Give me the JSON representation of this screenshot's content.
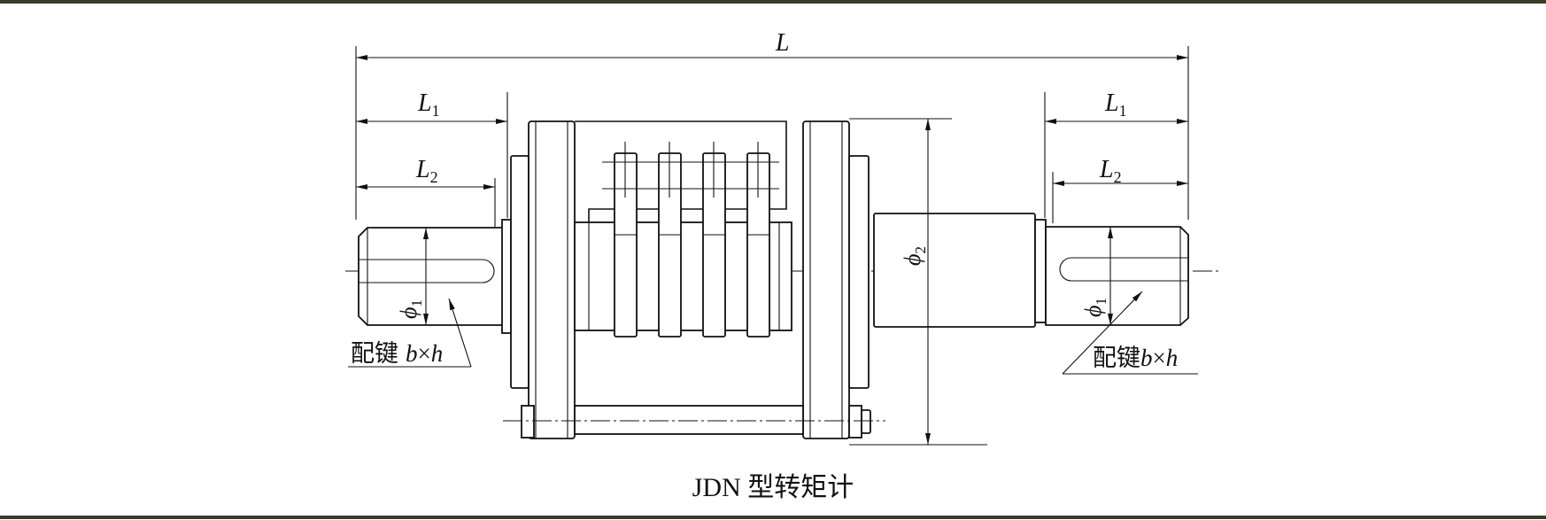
{
  "diagram": {
    "caption": "JDN 型转矩计",
    "labels": {
      "L": "L",
      "L1_left": "L",
      "L1_left_sub": "1",
      "L2_left": "L",
      "L2_left_sub": "2",
      "L1_right": "L",
      "L1_right_sub": "1",
      "L2_right": "L",
      "L2_right_sub": "2",
      "phi1_left": "ϕ",
      "phi1_left_sub": "1",
      "phi1_right": "ϕ",
      "phi1_right_sub": "1",
      "phi2": "ϕ",
      "phi2_sub": "2",
      "key_left_cn": "配键",
      "key_left_b": "b",
      "key_left_x": "×",
      "key_left_h": "h",
      "key_right_cn": "配键",
      "key_right_b": "b",
      "key_right_x": "×",
      "key_right_h": "h"
    },
    "colors": {
      "line": "#111111",
      "frame": "#3a3a2a",
      "background": "#ffffff"
    }
  }
}
